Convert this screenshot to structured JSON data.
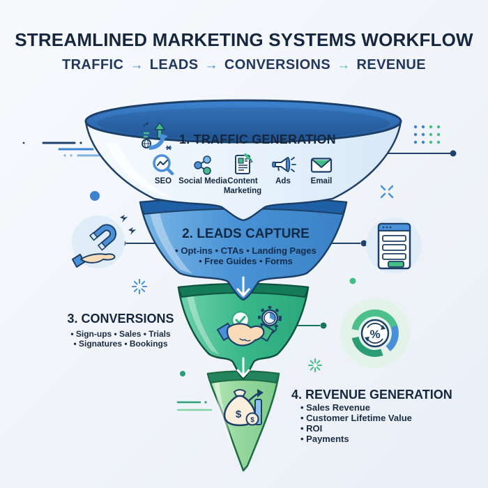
{
  "header": {
    "title": "STREAMLINED MARKETING SYSTEMS WORKFLOW",
    "flow_words": [
      "TRAFFIC",
      "LEADS",
      "CONVERSIONS",
      "REVENUE"
    ],
    "flow_arrow": "→"
  },
  "stage1": {
    "label": "1. TRAFFIC GENERATION",
    "heading_icon": "traffic-growth-arrows-icon",
    "channels": [
      {
        "label": "SEO",
        "icon": "seo-magnifier-icon"
      },
      {
        "label": "Social Media",
        "icon": "social-share-icon"
      },
      {
        "label": "Content Marketing",
        "icon": "content-document-pencil-icon"
      },
      {
        "label": "Ads",
        "icon": "ads-megaphone-icon"
      },
      {
        "label": "Email",
        "icon": "email-envelope-icon"
      }
    ]
  },
  "stage2": {
    "label": "2. LEADS CAPTURE",
    "bullets": [
      "• Opt-ins • CTAs • Landing Pages",
      "• Free Guides • Forms"
    ],
    "left_icon": "lead-magnet-hand-icon",
    "right_icon": "signup-form-window-icon"
  },
  "stage3": {
    "label": "3. CONVERSIONS",
    "bullets": [
      "• Sign-ups • Sales • Trials",
      "• Signatures • Bookings"
    ],
    "center_icon": "handshake-deal-icon",
    "right_icon": "conversion-rate-cycle-icon",
    "percent_symbol": "%"
  },
  "stage4": {
    "label": "4. REVENUE GENERATION",
    "bullets": [
      "• Sales Revenue",
      "• Customer Lifetime Value",
      "• ROI",
      "• Payments"
    ],
    "icon": "money-bag-growth-icon",
    "currency_symbol": "$"
  },
  "colors": {
    "background": "#f3f6fa",
    "title": "#16263f",
    "arrow_blue": "#3b82d0",
    "arrow_green": "#45bd87",
    "stage1_top": "#2e6cb8",
    "stage1_body": "#e8f2fc",
    "stage2_body": "#4a93d6",
    "stage2_band": "#1e5fa6",
    "stage3_body": "#38b88a",
    "stage3_band": "#147a58",
    "stage4_body": "#94d69b",
    "stage4_band": "#23855e",
    "outline": "#1d4068"
  }
}
